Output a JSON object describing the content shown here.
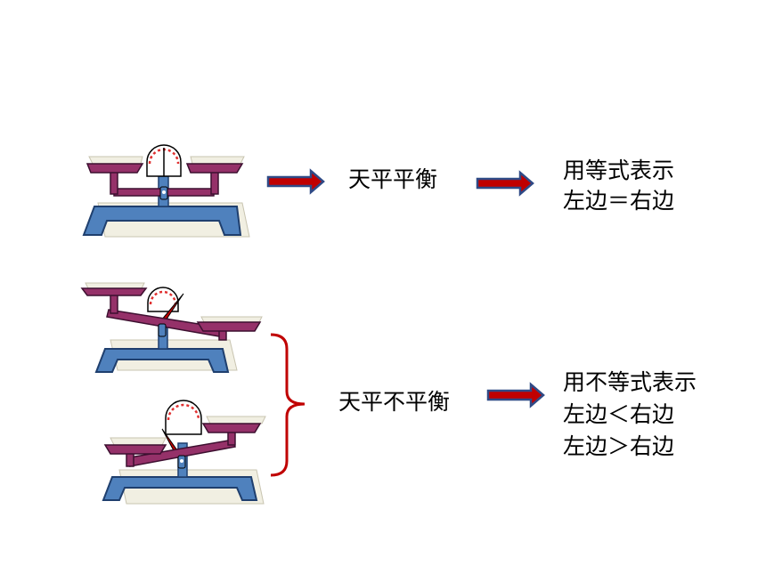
{
  "colors": {
    "base_fill": "#4f81bd",
    "base_stroke": "#1f3f6e",
    "beam_fill": "#953169",
    "beam_stroke": "#3d1030",
    "pan_fill": "#f1efe2",
    "arrow_fill": "#c00000",
    "arrow_stroke": "#2f4a86",
    "brace_color": "#c00000",
    "dial_dots": "#e03030"
  },
  "icons": {
    "balanced": "balance-scale-level-icon",
    "tilt_right": "balance-scale-tilted-right-down-icon",
    "tilt_left": "balance-scale-tilted-left-down-icon",
    "arrow": "right-arrow-icon",
    "brace": "right-curly-brace-icon"
  },
  "row1": {
    "state": "天平平衡",
    "conclusion": [
      "用等式表示",
      "左边＝右边"
    ]
  },
  "row2": {
    "state": "天平不平衡",
    "conclusion": [
      "用不等式表示",
      "左边＜右边",
      "左边＞右边"
    ]
  }
}
